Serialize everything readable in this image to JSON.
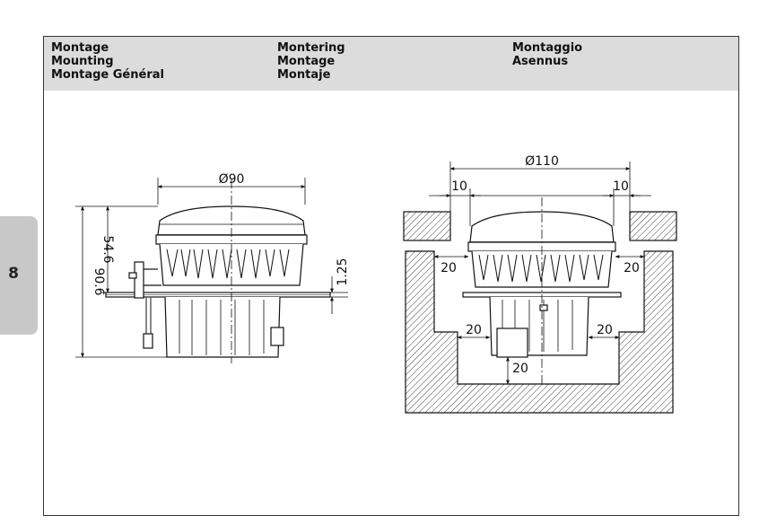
{
  "header": {
    "col1": [
      "Montage",
      "Mounting",
      "Montage Général"
    ],
    "col2": [
      "Montering",
      "Montage",
      "Montaje"
    ],
    "col3": [
      "Montaggio",
      "Asennus"
    ]
  },
  "tab": {
    "label": "8"
  },
  "left_drawing": {
    "diameter": "Ø90",
    "height_total": "90.6",
    "height_top": "54.6",
    "flange": "1.25"
  },
  "right_drawing": {
    "diameter": "Ø110",
    "gap_left": "10",
    "gap_right": "10",
    "clear_left": "20",
    "clear_right": "20",
    "clear_bottom_left": "20",
    "clear_bottom_right": "20",
    "clear_below": "20"
  }
}
